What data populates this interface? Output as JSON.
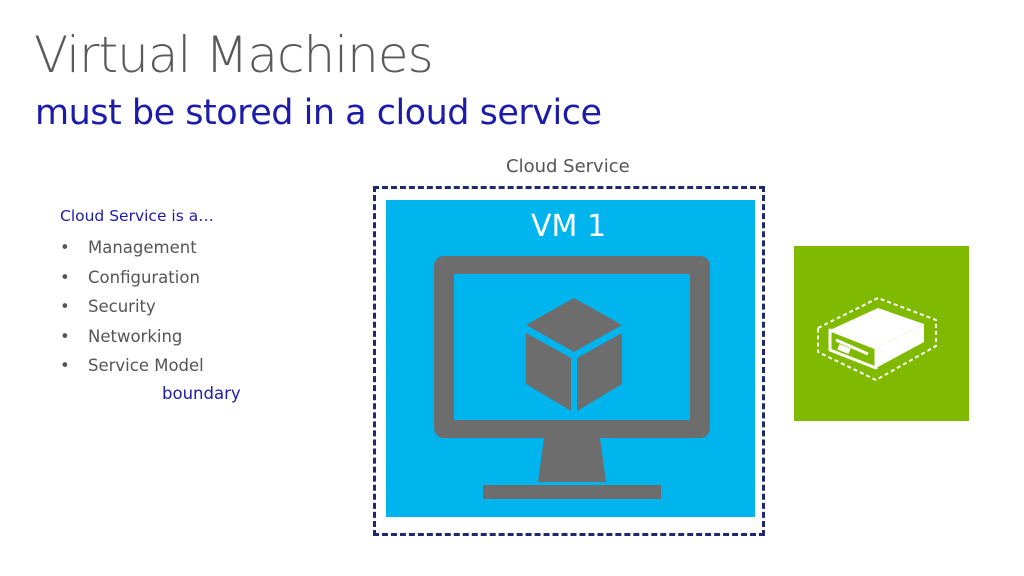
{
  "title": "Virtual Machines",
  "subtitle": "must be stored in a cloud service",
  "cloud_service_label": "Cloud Service",
  "intro": "Cloud Service is a…",
  "bullets": [
    "Management",
    "Configuration",
    "Security",
    "Networking",
    "Service Model"
  ],
  "bullet_glyph": "•",
  "boundary": "boundary",
  "vm_label": "VM 1",
  "colors": {
    "title": "#5a5a5a",
    "accent_blue": "#1c1ca8",
    "vm_tile": "#00b4ee",
    "monitor": "#6d6d6d",
    "green_tile": "#7fba00",
    "dashed_border": "#1f2a6e"
  },
  "icons": [
    "monitor-icon",
    "cube-icon",
    "server-icon"
  ]
}
